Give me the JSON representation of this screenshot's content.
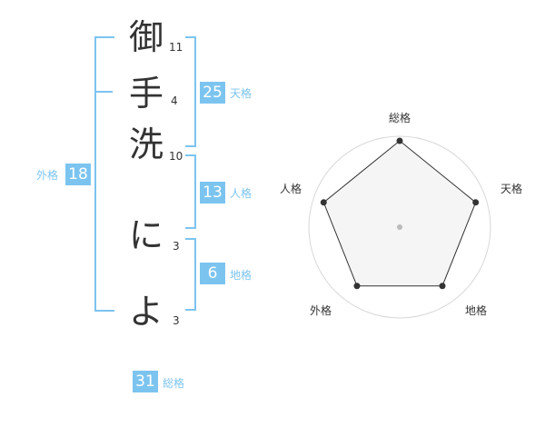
{
  "name_chars": [
    "御",
    "手",
    "洗",
    "に",
    "よ"
  ],
  "strokes": [
    "11",
    "4",
    "10",
    "3",
    "3"
  ],
  "fortunes": {
    "tenkaku": {
      "value": "25",
      "label": "天格"
    },
    "jinkaku": {
      "value": "13",
      "label": "人格"
    },
    "chikaku": {
      "value": "6",
      "label": "地格"
    },
    "gaikaku": {
      "value": "18",
      "label": "外格"
    },
    "soukaku": {
      "value": "31",
      "label": "総格"
    }
  },
  "colors": {
    "accent": "#7cc4f0",
    "text": "#333333",
    "radar_fill": "#f2f2f2"
  },
  "chart_data": {
    "type": "radar",
    "axes": [
      "総格",
      "天格",
      "地格",
      "外格",
      "人格"
    ],
    "values": [
      0.95,
      0.88,
      0.8,
      0.8,
      0.88
    ],
    "rings": 5
  }
}
